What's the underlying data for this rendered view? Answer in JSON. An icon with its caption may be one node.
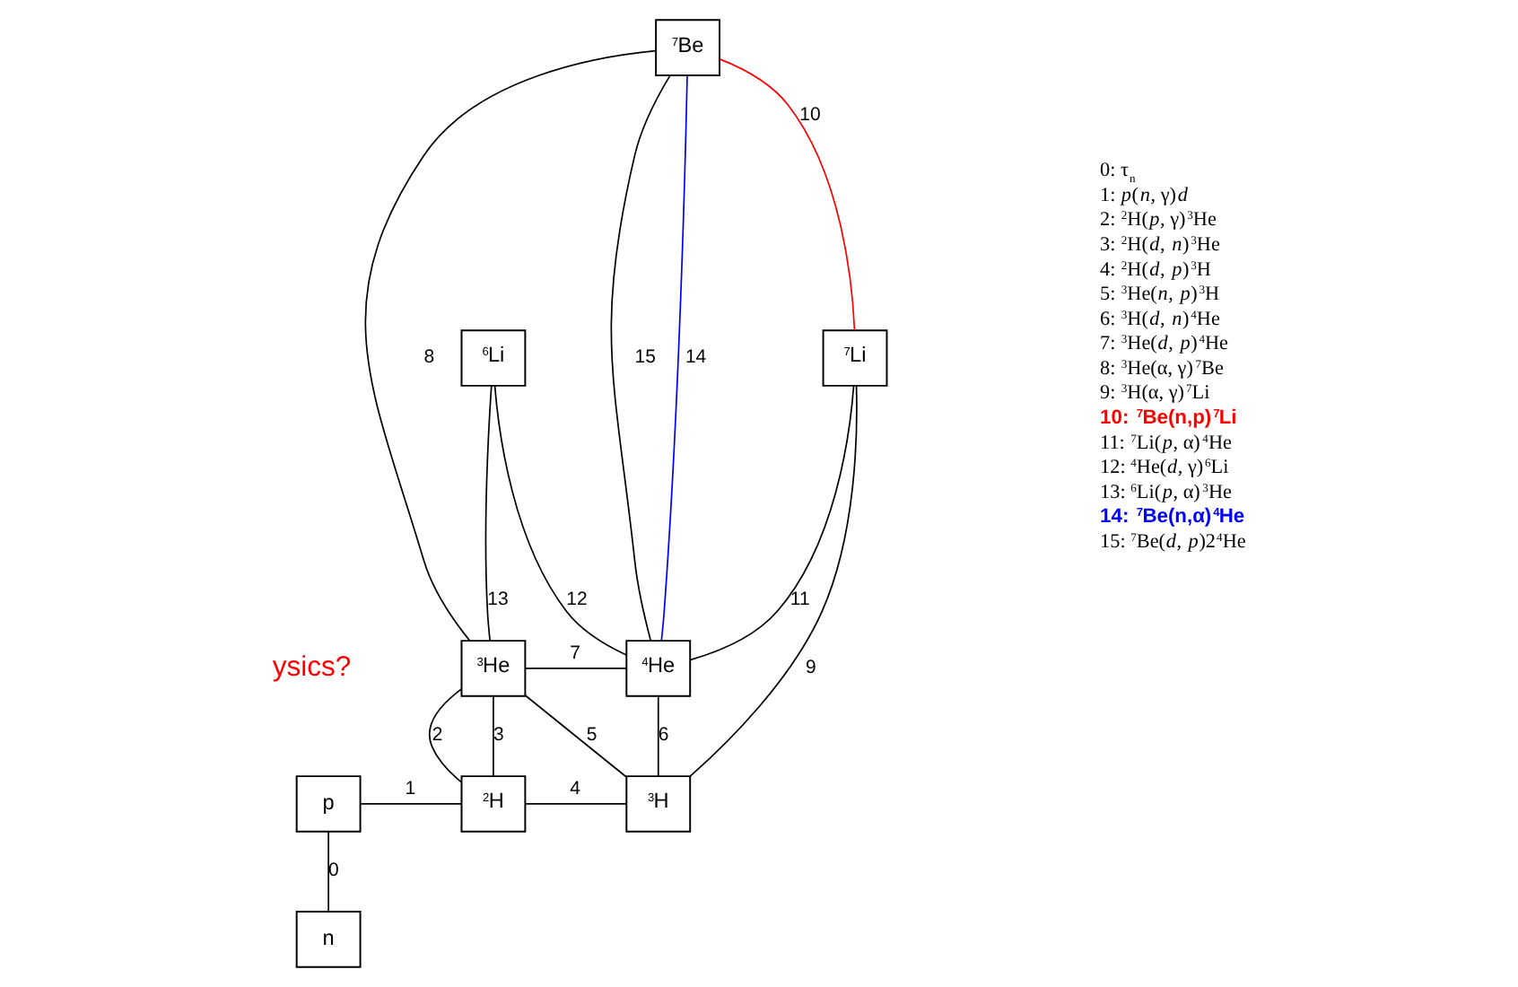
{
  "diagram": {
    "nodes": [
      {
        "text": [
          "$^{7}$Be"
        ]
      },
      {
        "text": [
          "$^{6}$Li"
        ]
      },
      {
        "text": [
          "$^{7}$Li"
        ]
      },
      {
        "text": [
          "$^{3}$He"
        ]
      },
      {
        "text": [
          "$^{4}$He"
        ]
      },
      {
        "text": [
          "p"
        ]
      },
      {
        "text": [
          "$^{2}$H"
        ]
      },
      {
        "text": [
          "$^{3}$H"
        ]
      },
      {
        "text": [
          "n"
        ]
      }
    ],
    "edges": [
      {
        "from": 5,
        "to": 8,
        "arrow": "none",
        "label": "0"
      },
      {
        "from": 5,
        "to": 6,
        "arrow": "none",
        "label": "1"
      },
      {
        "from": 6,
        "to": 3,
        "arrow": "none",
        "label": "2"
      },
      {
        "from": 6,
        "to": 3,
        "arrow": "none",
        "label": "3"
      },
      {
        "from": 6,
        "to": 7,
        "arrow": "none",
        "label": "4"
      },
      {
        "from": 3,
        "to": 7,
        "arrow": "none",
        "label": "5"
      },
      {
        "from": 7,
        "to": 4,
        "arrow": "none",
        "label": "6"
      },
      {
        "from": 3,
        "to": 4,
        "arrow": "none",
        "label": "7"
      },
      {
        "from": 3,
        "to": 0,
        "arrow": "none",
        "label": "8"
      },
      {
        "from": 7,
        "to": 2,
        "arrow": "none",
        "label": "9"
      },
      {
        "from": 0,
        "to": 2,
        "arrow": "none",
        "label": "10",
        "color": "#ff0000"
      },
      {
        "from": 4,
        "to": 2,
        "arrow": "none",
        "label": "11"
      },
      {
        "from": 4,
        "to": 1,
        "arrow": "none",
        "label": "12"
      },
      {
        "from": 3,
        "to": 1,
        "arrow": "none",
        "label": "13"
      },
      {
        "from": 0,
        "to": 4,
        "arrow": "none",
        "label": "14",
        "color": "#0000ff"
      },
      {
        "from": 0,
        "to": 4,
        "arrow": "none",
        "label": "15"
      }
    ],
    "labels": [
      "0: τ$_{n}$",
      "1: *p*(*n*, γ)*d*",
      "2: $^{2}$H(*p*, γ)$^{3}$He",
      "3: $^{2}$H(*d*, *n*)$^{3}$He",
      "4: $^{2}$H(*d*, *p*)$^{3}$H",
      "5: $^{3}$He(*n*, *p*)$^{3}$H",
      "6: $^{3}$H(*d*, *n*)$^{4}$He",
      "7: $^{3}$He(*d*, *p*)$^{4}$He",
      "8: $^{3}$He(α, γ)$^{7}$Be",
      "9: $^{3}$H(α, γ)$^{7}$Li",
      "10: $^{7}$Be(n,p)$^{7}$Li",
      "11: $^{7}$Li(*p*, α)$^{4}$He",
      "12: $^{4}$He(*d*, γ)$^{6}$Li",
      "13: $^{6}$Li(*p*, α)$^{3}$He",
      "14: $^{7}$Be(n,α)$^{4}$He",
      "15: $^{7}$Be(*d*, *p*)2$^{4}$He",
      "ysics?"
    ]
  }
}
